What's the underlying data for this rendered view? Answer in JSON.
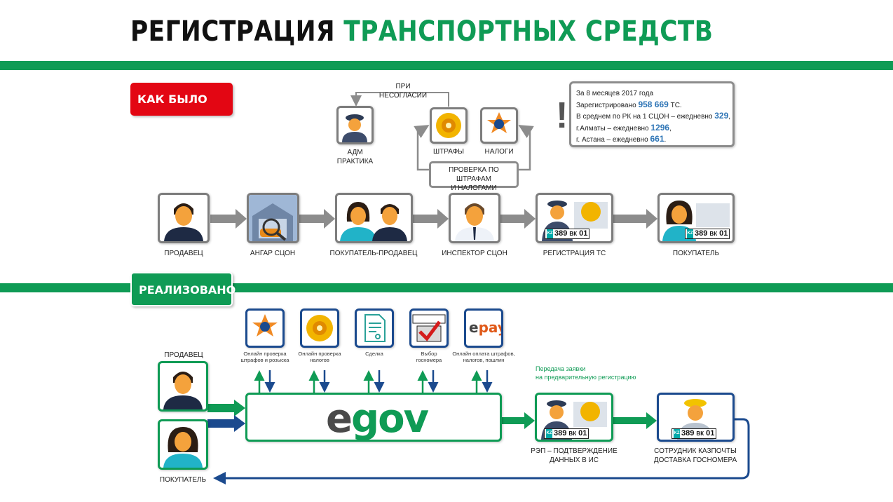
{
  "title": {
    "part1": "РЕГИСТРАЦИЯ",
    "part2": "ТРАНСПОРТНЫХ СРЕДСТВ"
  },
  "colors": {
    "green": "#0f9b55",
    "red": "#e30613",
    "blue": "#1b4a8e",
    "gray": "#7d7d7d",
    "highlight": "#2e75b6"
  },
  "before": {
    "badge": "КАК БЫЛО",
    "disagree_label": "ПРИ НЕСОГЛАСИИ",
    "side": {
      "adm": "АДМ\nПРАКТИКА",
      "fines": "ШТРАФЫ",
      "taxes": "НАЛОГИ"
    },
    "check_pill": "ПРОВЕРКА ПО ШТРАФАМ\nИ НАЛОГАМИ",
    "steps": [
      "ПРОДАВЕЦ",
      "АНГАР СЦОН",
      "ПОКУПАТЕЛЬ-ПРОДАВЕЦ",
      "ИНСПЕКТОР СЦОН",
      "РЕГИСТРАЦИЯ ТС",
      "ПОКУПАТЕЛЬ"
    ]
  },
  "stats": {
    "line1": "За 8 месяцев 2017  года",
    "line2_a": "Зарегистрировано ",
    "line2_v": "958 669",
    "line2_b": " ТС.",
    "line3_a": "В среднем по РК на 1 СЦОН –   ежедневно ",
    "line3_v": "329",
    "line3_b": ",",
    "line4_a": "г.Алматы – ежедневно ",
    "line4_v": "1296",
    "line4_b": ",",
    "line5_a": "г. Астана – ежедневно ",
    "line5_v": "661",
    "line5_b": ".",
    "exclaim": "!"
  },
  "plate": {
    "kz": "KZ",
    "num": "389",
    "letters": "ВК",
    "region": "01"
  },
  "after": {
    "badge": "РЕАЛИЗОВАНО",
    "services": [
      "Онлайн  проверка\nштрафов  и розыска",
      "Онлайн  проверка\nналогов",
      "Сделка",
      "Выбор\nгосномера",
      "Онлайн  оплата штрафов,\nналогов,  пошлин"
    ],
    "epay": {
      "e": "e",
      "pay": "pay"
    },
    "seller": "ПРОДАВЕЦ",
    "buyer": "ПОКУПАТЕЛЬ",
    "egov": {
      "e": "e",
      "gov": "gov"
    },
    "transfer_note": "Передача заявки\nна предварительную регистрацию",
    "rep": "РЭП – ПОДТВЕРЖДЕНИЕ\nДАННЫХ В ИС",
    "courier": "СОТРУДНИК КАЗПОЧТЫ\nДОСТАВКА ГОСНОМЕРА"
  }
}
